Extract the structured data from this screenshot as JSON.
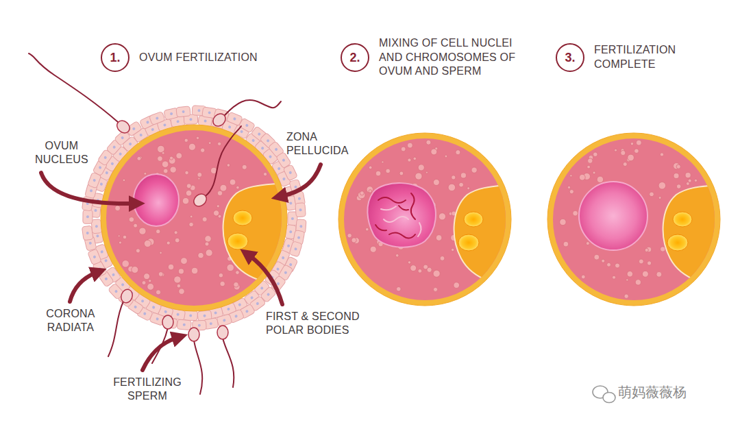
{
  "diagram": {
    "nodes": [
      {
        "text": [
          "1.",
          "OVUM FERTILIZATION"
        ]
      },
      {
        "text": [
          "2.",
          "MIXING OF CELL NUCLEI AND CHROMOSOMES OF OVUM AND SPERM"
        ]
      },
      {
        "text": [
          "3.",
          "FERTILIZATION COMPLETE"
        ]
      }
    ],
    "labels": [
      "OVUM NUCLEUS",
      "ZONA PELLUCIDA",
      "CORONA RADIATA",
      "FIRST & SECOND POLAR BODIES",
      "FERTILIZING SPERM",
      "萌妈薇薇杨"
    ]
  }
}
